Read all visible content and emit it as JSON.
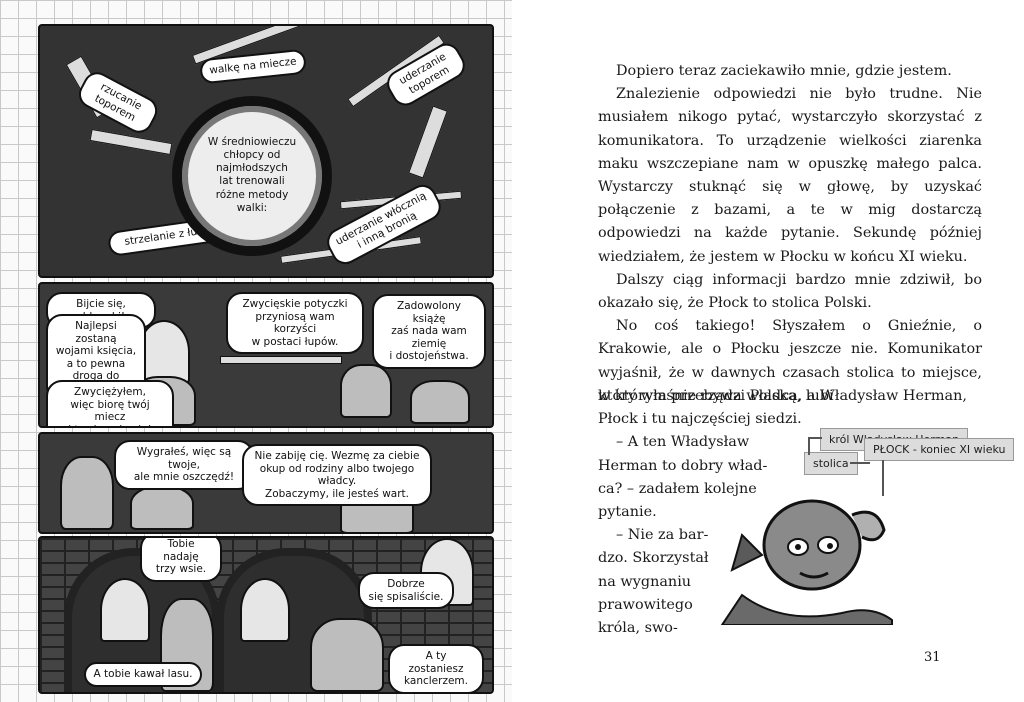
{
  "comic": {
    "panel1": {
      "shield_text": "W średniowieczu\nchłopcy od najmłodszych\nlat trenowali\nróżne metody\nwalki:",
      "labels": {
        "swords": "walkę na miecze",
        "throwing_axe": "rzucanie\ntoporem",
        "axe_strike": "uderzanie\ntoporem",
        "spear": "uderzanie włócznią\ni inną bronią",
        "archery": "strzelanie z łuku"
      }
    },
    "panel2": {
      "b1": "Bijcie się, chłopaki!",
      "b2": "Najlepsi zostaną\nwojami księcia,\na to pewna\ndroga do kariery.",
      "b3": "Zwycięskie potyczki\nprzyniosą wam korzyści\nw postaci łupów.",
      "b4": "Zadowolony książę\nzaś nada wam ziemię\ni dostojeństwa.",
      "b5": "Zwyciężyłem,\nwięc biorę twój miecz\ni twojego konia!"
    },
    "panel3": {
      "b1": "Wygrałeś, więc są twoje,\nale mnie oszczędź!",
      "b2": "Nie zabiję cię. Wezmę za ciebie\nokup od rodziny albo twojego władcy.\nZobaczymy, ile jesteś wart."
    },
    "panel4": {
      "b1": "Tobie nadaję\ntrzy wsie.",
      "b2": "Dobrze\nsię spisaliście.",
      "b3": "A tobie kawał lasu.",
      "b4": "A ty zostaniesz\nkanclerzem."
    }
  },
  "text": {
    "p1": "Dopiero teraz zaciekawiło mnie, gdzie jestem.",
    "p2": "Znalezienie odpowiedzi nie było trudne. Nie musiałem nikogo pytać, wystarczyło skorzystać z komunikatora. To urządzenie wielkości ziarenka maku wszczepiane nam w opuszkę małego palca. Wystarczy stuknąć się w głowę, by uzyskać połączenie z bazami, a te w mig dostarczą odpowiedzi na każde pytanie. Sekundę później wiedziałem, że jestem w Płocku w końcu XI wieku.",
    "p3": "Dalszy ciąg informacji bardzo mnie zdziwił, bo okazało się, że Płock to stolica Polski.",
    "p4": "No coś takiego! Słyszałem o Gnieźnie, o Krakowie, ale o Płocku jeszcze nie. Komunikator wyjaśnił, że w dawnych czasach stolica to miejsce, w którym przebywa władca, a Władysław Herman,",
    "wrap": [
      "który właśnie rządzi Polską, lubi",
      "Płock i tu najczęściej siedzi.",
      "– A ten Władysław",
      "Herman to dobry wład-",
      "ca? – zadałem kolejne",
      "pytanie.",
      "– Nie za bar-",
      "dzo. Skorzystał",
      "na wygnaniu",
      "prawowitego",
      "króla, swo-"
    ],
    "page_number": "31"
  },
  "diagram": {
    "king": "król Władysław Herman",
    "city": "PŁOCK - koniec XI wieku",
    "capital": "stolica"
  }
}
